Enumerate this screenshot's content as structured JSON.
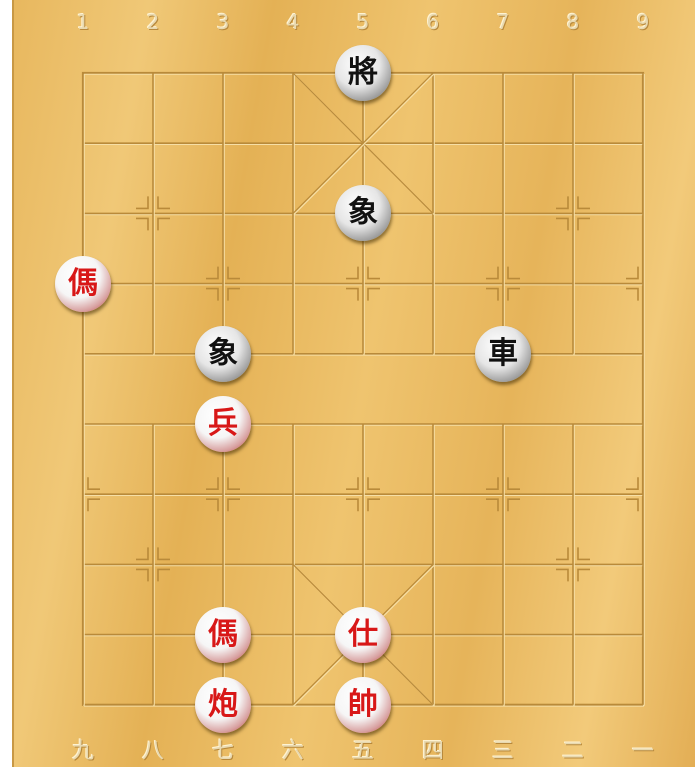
{
  "board": {
    "file_labels_top": [
      "1",
      "2",
      "3",
      "4",
      "5",
      "6",
      "7",
      "8",
      "9"
    ],
    "file_labels_bottom": [
      "九",
      "八",
      "七",
      "六",
      "五",
      "四",
      "三",
      "二",
      "一"
    ]
  },
  "pieces": [
    {
      "char": "將",
      "side": "black",
      "file": 5,
      "rank": 0
    },
    {
      "char": "象",
      "side": "black",
      "file": 5,
      "rank": 2
    },
    {
      "char": "象",
      "side": "black",
      "file": 3,
      "rank": 4
    },
    {
      "char": "車",
      "side": "black",
      "file": 7,
      "rank": 4
    },
    {
      "char": "傌",
      "side": "red",
      "file": 1,
      "rank": 3
    },
    {
      "char": "兵",
      "side": "red",
      "file": 3,
      "rank": 5
    },
    {
      "char": "傌",
      "side": "red",
      "file": 3,
      "rank": 8
    },
    {
      "char": "仕",
      "side": "red",
      "file": 5,
      "rank": 8
    },
    {
      "char": "炮",
      "side": "red",
      "file": 3,
      "rank": 9
    },
    {
      "char": "帥",
      "side": "red",
      "file": 5,
      "rank": 9
    }
  ],
  "colors": {
    "line": "#b98a3a",
    "highlight": "#f6dfa6",
    "red_piece": "#d81818",
    "black_piece": "#111111"
  }
}
